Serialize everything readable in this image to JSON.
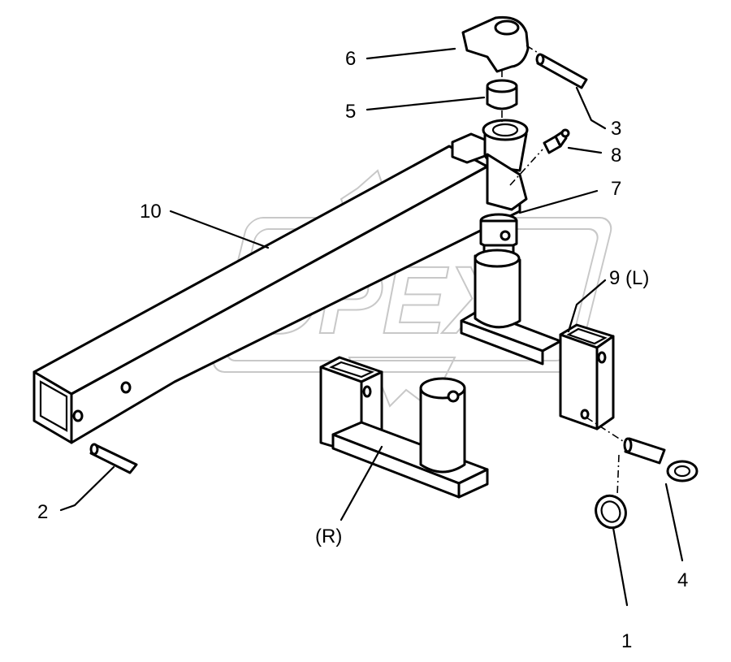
{
  "watermark": {
    "text": "OPEX",
    "color": "#c8c8c8"
  },
  "callouts": {
    "c1": "1",
    "c2": "2",
    "c3": "3",
    "c4": "4",
    "c5": "5",
    "c6": "6",
    "c7": "7",
    "c8": "8",
    "c9": "9 (L)",
    "c10": "10",
    "cR": "(R)"
  }
}
